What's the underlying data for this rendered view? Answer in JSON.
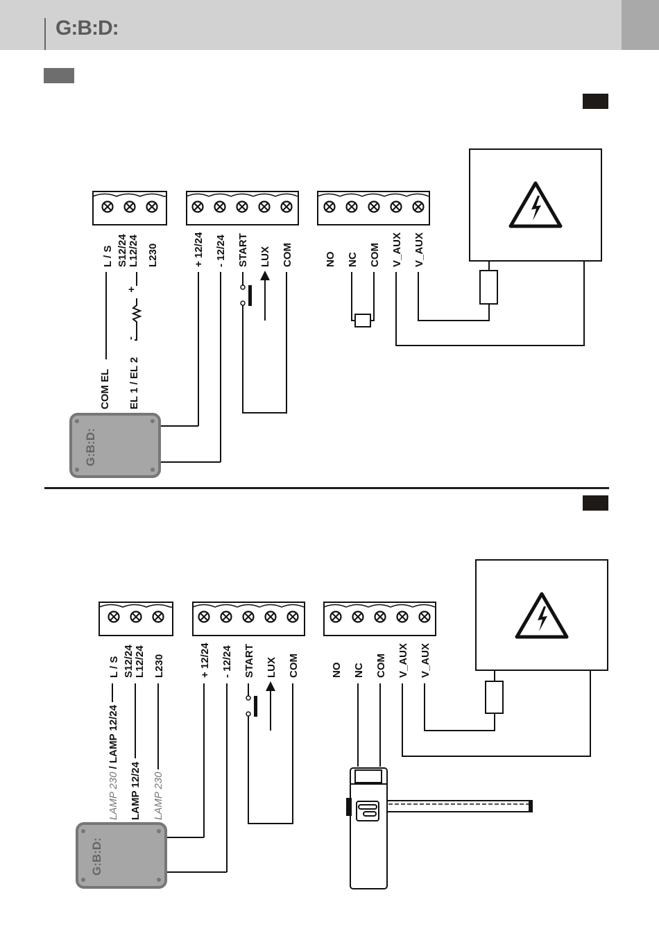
{
  "header": {
    "brand_logo": "G:B:D:"
  },
  "figures": [
    {
      "id": "top",
      "terminal_blocks": [
        {
          "labels": [
            "L / S",
            "S12/24\nL12/24",
            "L230"
          ]
        },
        {
          "labels": [
            "+ 12/24",
            "- 12/24",
            "START",
            "LUX",
            "COM"
          ]
        },
        {
          "labels": [
            "NO",
            "NC",
            "COM",
            "V_AUX",
            "V_AUX"
          ]
        }
      ],
      "device_labels": [
        "COM EL",
        "EL 1 / EL 2"
      ],
      "polarity": {
        "plus": "+",
        "minus": "-"
      },
      "device_logo": "G:B:D:"
    },
    {
      "id": "bottom",
      "terminal_blocks": [
        {
          "labels": [
            "L / S",
            "S12/24\nL12/24",
            "L230"
          ]
        },
        {
          "labels": [
            "+ 12/24",
            "- 12/24",
            "START",
            "LUX",
            "COM"
          ]
        },
        {
          "labels": [
            "NO",
            "NC",
            "COM",
            "V_AUX",
            "V_AUX"
          ]
        }
      ],
      "lamp_labels": {
        "combo_gray": "LAMP 230",
        "combo_sep": " / ",
        "combo_black": "LAMP 12/24",
        "lamp_12_24": "LAMP 12/24",
        "lamp_230": "LAMP 230"
      },
      "device_logo": "G:B:D:"
    }
  ],
  "colors": {
    "header_bg": "#d3d2d2",
    "header_tab": "#a9a9a9",
    "device_fill": "#a6a6a6",
    "device_border": "#777777",
    "ink": "#111111"
  }
}
